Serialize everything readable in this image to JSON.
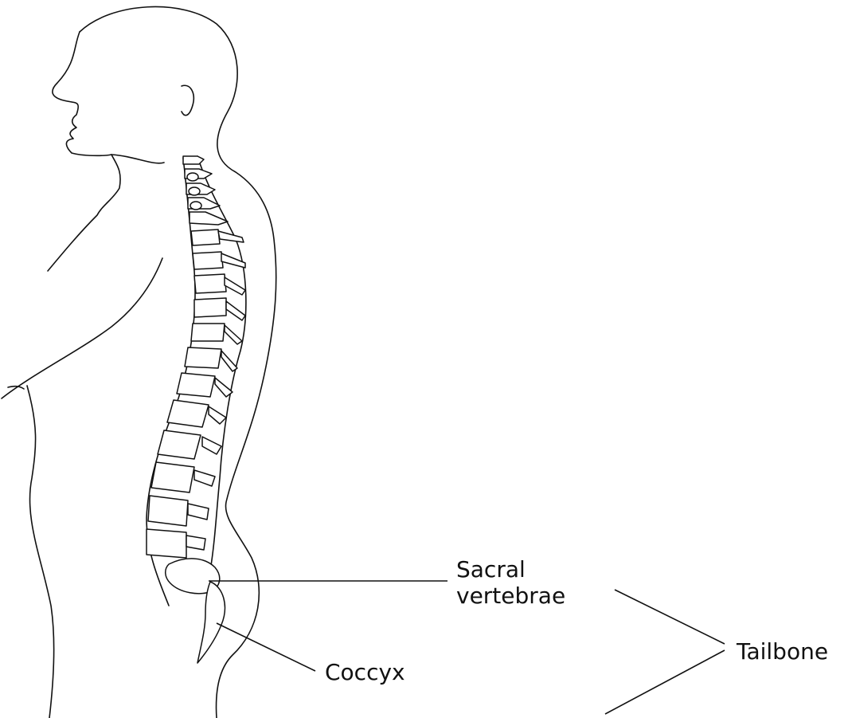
{
  "labels": {
    "sacral_line1": "Sacral",
    "sacral_line2": "vertebrae",
    "coccyx": "Coccyx",
    "tailbone": "Tailbone"
  },
  "colors": {
    "line": "#111111",
    "background": "#ffffff"
  }
}
